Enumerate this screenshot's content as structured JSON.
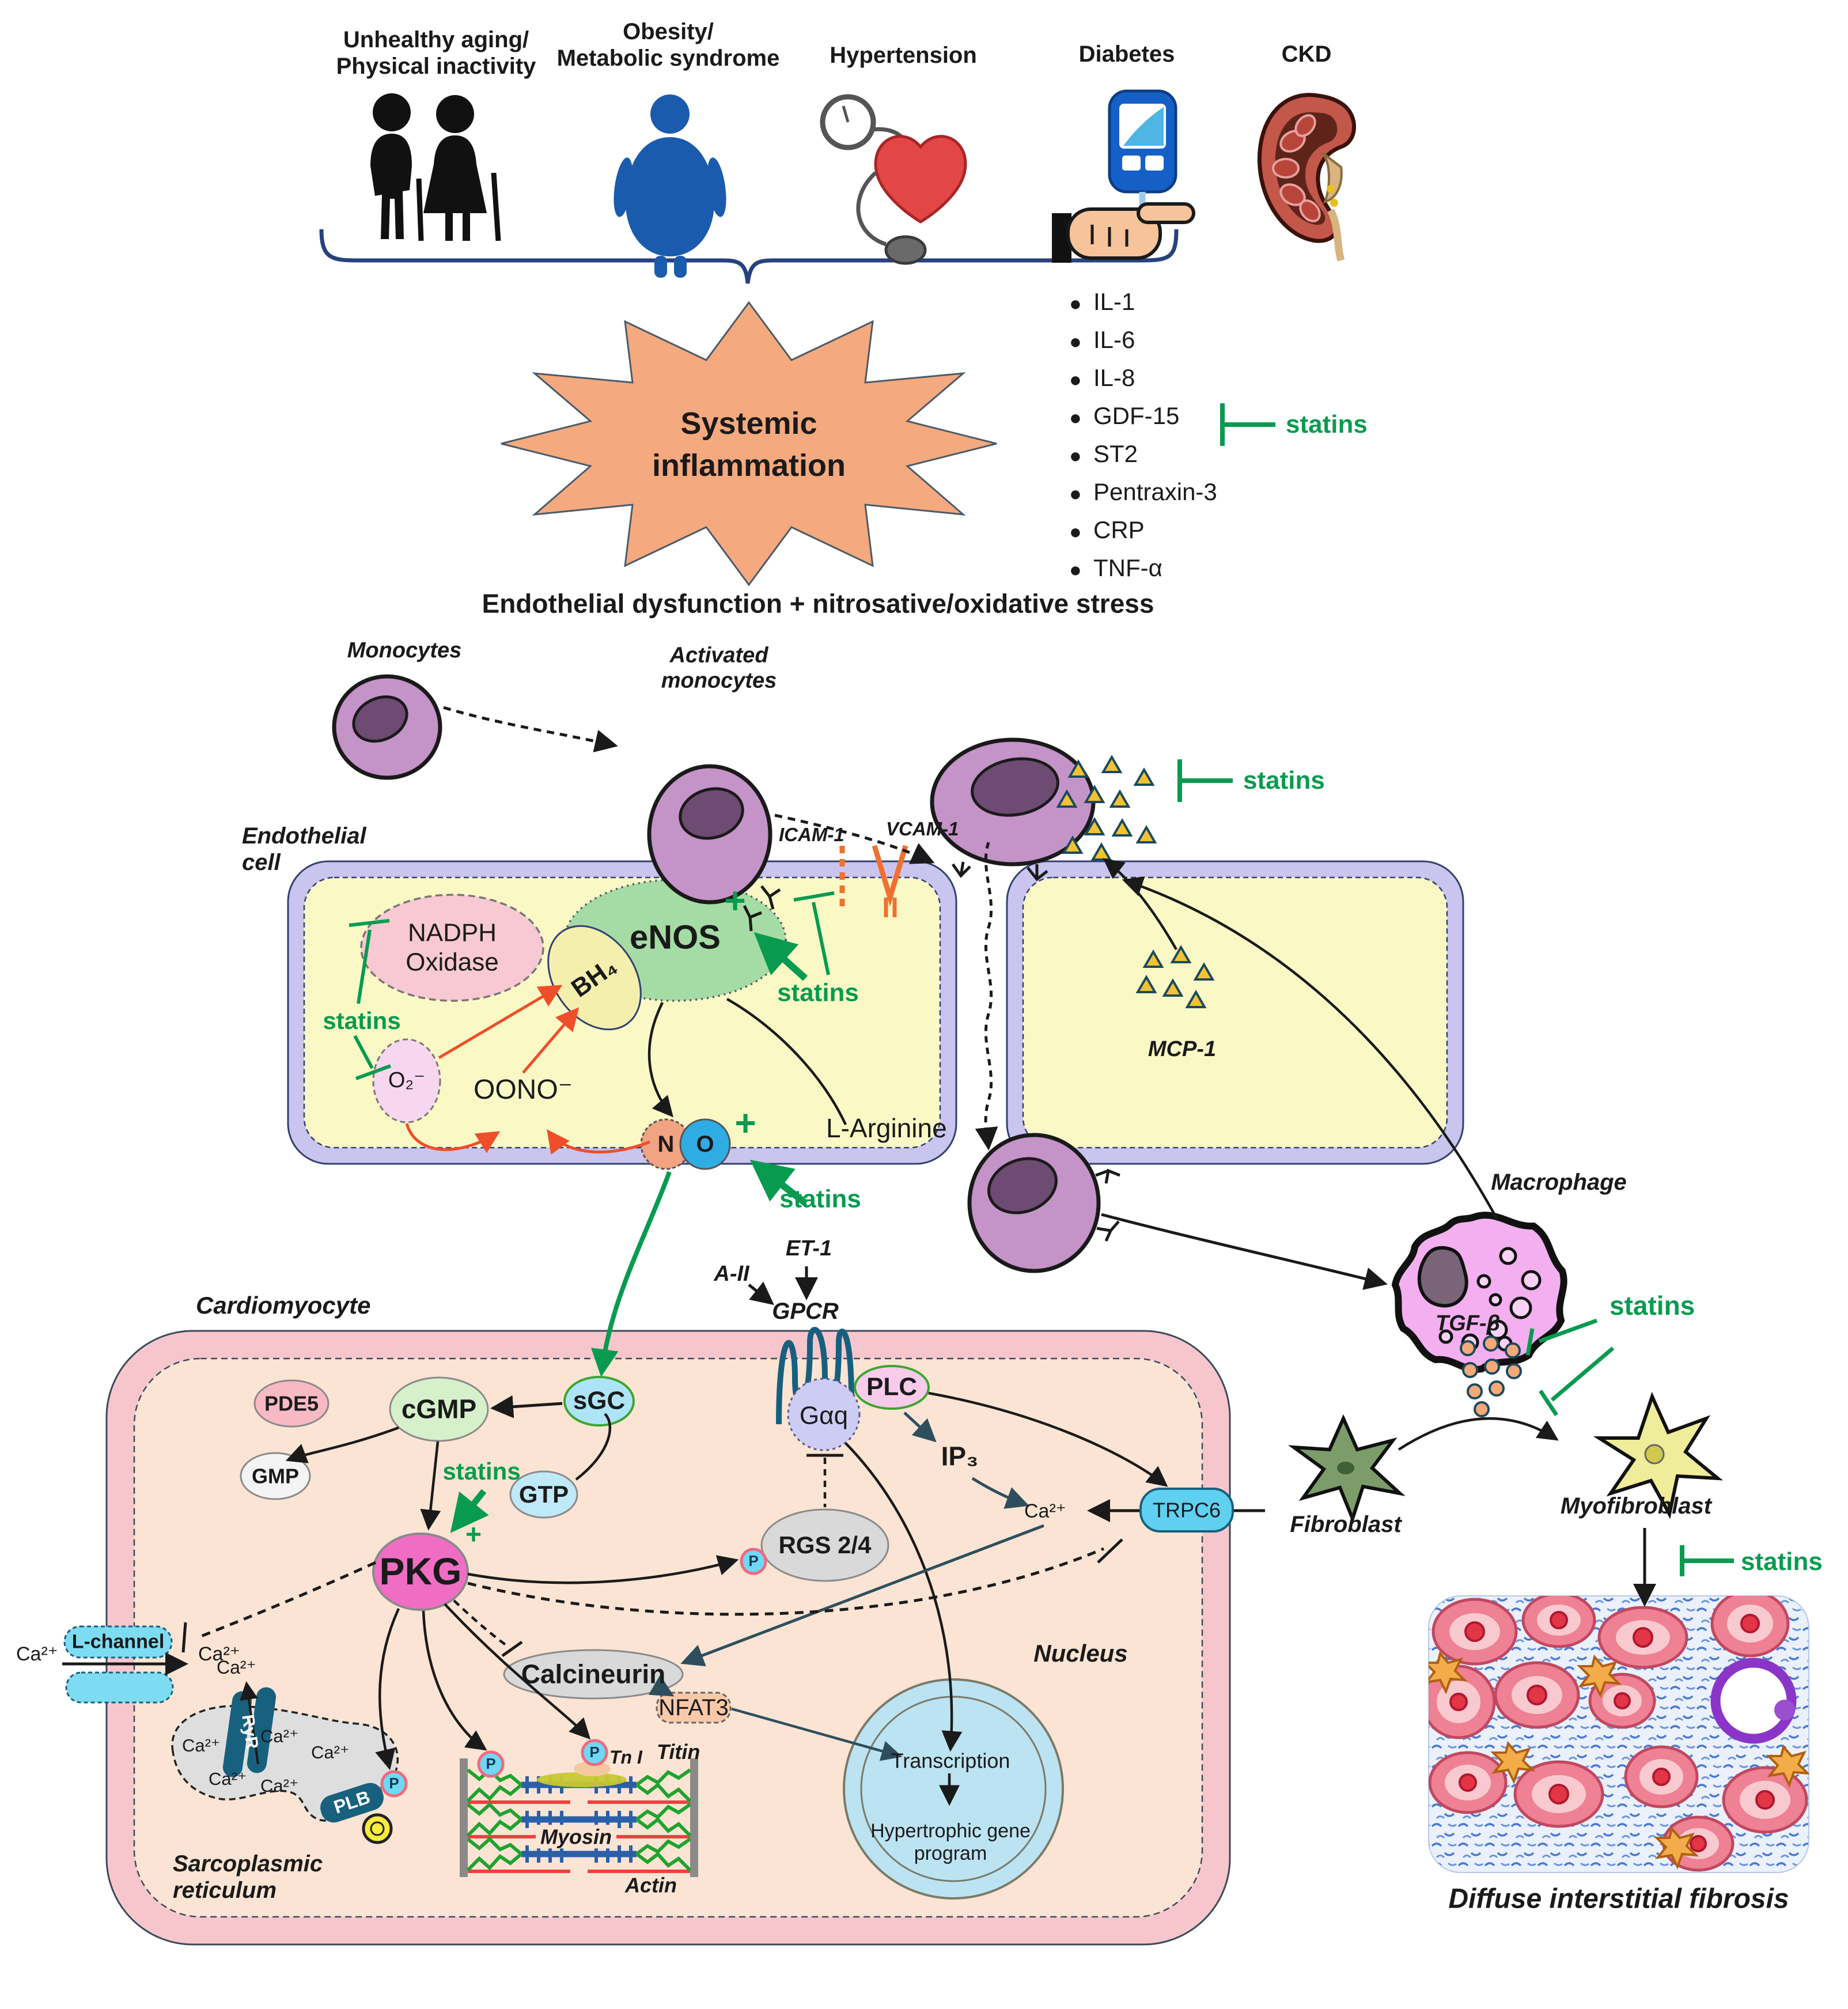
{
  "labels": {
    "statins": "statins",
    "ca": "Ca²⁺",
    "p": "P",
    "plus": "+",
    "bullet": "●"
  },
  "risk": {
    "aging": "Unhealthy aging/\nPhysical inactivity",
    "obesity": "Obesity/\nMetabolic syndrome",
    "hypertension": "Hypertension",
    "diabetes": "Diabetes",
    "ckd": "CKD"
  },
  "inflammation": {
    "burst": "Systemic\ninflammation",
    "cytokines": [
      "IL-1",
      "IL-6",
      "IL-8",
      "GDF-15",
      "ST2",
      "Pentraxin-3",
      "CRP",
      "TNF-α"
    ]
  },
  "heading": {
    "endothelial": "Endothelial dysfunction + nitrosative/oxidative stress"
  },
  "vascular": {
    "monocytes": "Monocytes",
    "activated": "Activated\nmonocytes",
    "icam": "ICAM-1",
    "vcam": "VCAM-1",
    "mcp1": "MCP-1",
    "macrophage": "Macrophage",
    "tgfb": "TGF-β",
    "fibroblast": "Fibroblast",
    "myofibroblast": "Myofibroblast",
    "fibrosis": "Diffuse interstitial fibrosis"
  },
  "endo": {
    "cell": "Endothelial\ncell",
    "nadph": "NADPH\nOxidase",
    "enos": "eNOS",
    "bh4": "BH₄",
    "o2": "O₂⁻",
    "oono": "OONO⁻",
    "n": "N",
    "o": "O",
    "larg": "L-Arginine"
  },
  "cardio": {
    "cell": "Cardiomyocyte",
    "sgc": "sGC",
    "cgmp": "cGMP",
    "pde5": "PDE5",
    "gmp": "GMP",
    "gtp": "GTP",
    "pkg": "PKG",
    "gpcr": "GPCR",
    "a2": "A-II",
    "et1": "ET-1",
    "gaq": "Gαq",
    "plc": "PLC",
    "ip3": "IP₃",
    "rgs": "RGS 2/4",
    "trpc6": "TRPC6",
    "lchannel": "L-channel",
    "ryr": "RyR",
    "plb": "PLB",
    "calcineurin": "Calcineurin",
    "nfat3": "NFAT3",
    "nucleus": "Nucleus",
    "transcription": "Transcription",
    "hyper": "Hypertrophic gene\nprogram",
    "sr": "Sarcoplasmic\nreticulum",
    "tni": "Tn I",
    "titin": "Titin",
    "myosin": "Myosin",
    "actin": "Actin"
  },
  "colors": {
    "statins_green": "#089B50",
    "burst_fill": "#F4A97E",
    "endo_fill": "#FAF9C5",
    "endo_border": "#C9C5EF",
    "cardio_fill": "#FBE4D3",
    "cardio_border": "#F7C6CD",
    "nucleus_fill": "#BCE3F2",
    "pkg_fill": "#EF6EC4",
    "cyan_channel": "#5FD0F0",
    "red_arrow": "#F04E2A",
    "monocyte": "#C493C7",
    "macrophage": "#F4AFF0",
    "triangle": "#F2C233"
  }
}
